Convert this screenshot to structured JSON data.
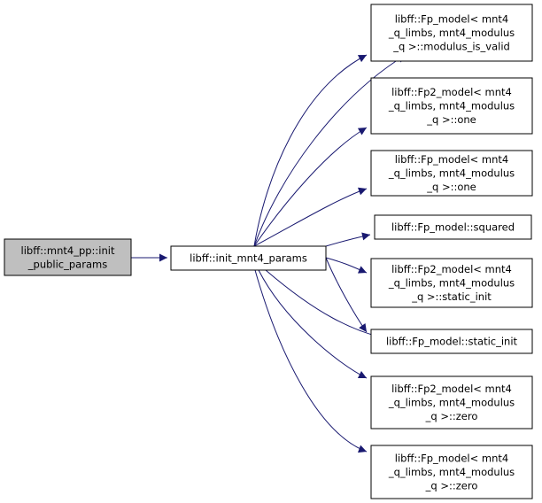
{
  "colors": {
    "edge": "#191970",
    "node_border": "#000000",
    "node_fill": "#ffffff",
    "root_fill": "#bfbfbf"
  },
  "nodes": [
    {
      "id": "n0",
      "lines": [
        "libff::mnt4_pp::init",
        "_public_params"
      ],
      "root": true
    },
    {
      "id": "n1",
      "lines": [
        "libff::init_mnt4_params"
      ]
    },
    {
      "id": "n2",
      "lines": [
        "libff::Fp_model< mnt4",
        "_q_limbs, mnt4_modulus",
        "_q >::modulus_is_valid"
      ]
    },
    {
      "id": "n3",
      "lines": [
        "libff::Fp2_model< mnt4",
        "_q_limbs, mnt4_modulus",
        "_q >::one"
      ]
    },
    {
      "id": "n4",
      "lines": [
        "libff::Fp_model< mnt4",
        "_q_limbs, mnt4_modulus",
        "_q >::one"
      ]
    },
    {
      "id": "n5",
      "lines": [
        "libff::Fp_model::squared"
      ]
    },
    {
      "id": "n6",
      "lines": [
        "libff::Fp2_model< mnt4",
        "_q_limbs, mnt4_modulus",
        "_q >::static_init"
      ]
    },
    {
      "id": "n7",
      "lines": [
        "libff::Fp_model::static_init"
      ]
    },
    {
      "id": "n8",
      "lines": [
        "libff::Fp2_model< mnt4",
        "_q_limbs, mnt4_modulus",
        "_q >::zero"
      ]
    },
    {
      "id": "n9",
      "lines": [
        "libff::Fp_model< mnt4",
        "_q_limbs, mnt4_modulus",
        "_q >::zero"
      ]
    }
  ],
  "edges": [
    {
      "from": "n0",
      "to": "n1"
    },
    {
      "from": "n1",
      "to": "n2"
    },
    {
      "from": "n1",
      "to": "n2"
    },
    {
      "from": "n1",
      "to": "n3"
    },
    {
      "from": "n1",
      "to": "n4"
    },
    {
      "from": "n1",
      "to": "n5"
    },
    {
      "from": "n1",
      "to": "n6"
    },
    {
      "from": "n1",
      "to": "n7"
    },
    {
      "from": "n1",
      "to": "n7"
    },
    {
      "from": "n1",
      "to": "n8"
    },
    {
      "from": "n1",
      "to": "n9"
    }
  ]
}
